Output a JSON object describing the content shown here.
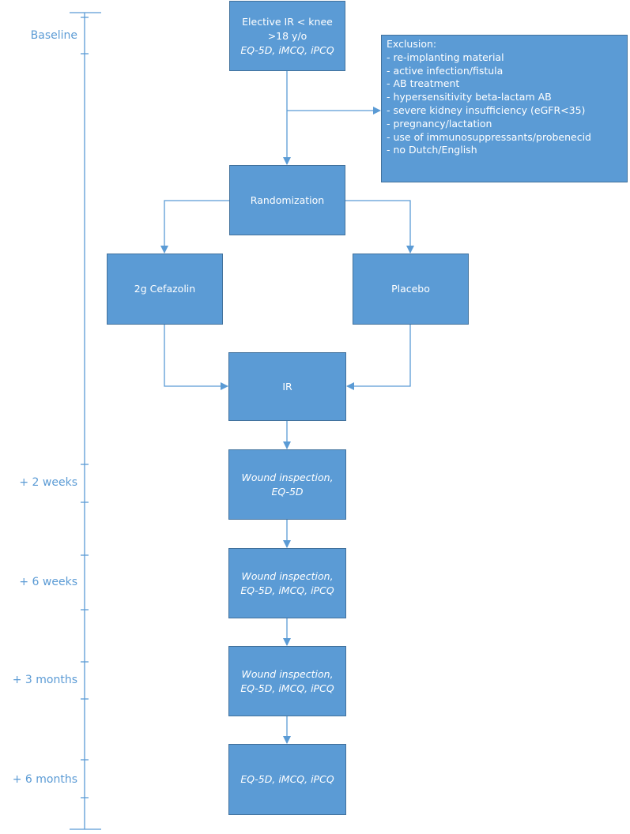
{
  "timeline": {
    "labels": [
      "Baseline",
      "+ 2 weeks",
      "+ 6 weeks",
      "+ 3 months",
      "+ 6 months"
    ]
  },
  "boxes": {
    "elective": {
      "line1": "Elective IR < knee",
      "line2": ">18 y/o",
      "line3": "EQ-5D, iMCQ, iPCQ"
    },
    "exclusion": {
      "title": "Exclusion:",
      "items": [
        "- re-implanting material",
        "- active infection/fistula",
        "- AB treatment",
        "- hypersensitivity beta-lactam AB",
        "- severe kidney insufficiency (eGFR<35)",
        "- pregnancy/lactation",
        "- use of immunosuppressants/probenecid",
        "- no Dutch/English"
      ]
    },
    "randomization": {
      "label": "Randomization"
    },
    "cefazolin": {
      "label": "2g Cefazolin"
    },
    "placebo": {
      "label": "Placebo"
    },
    "ir": {
      "label": "IR"
    },
    "week2": {
      "line1": "Wound inspection,",
      "line2": "EQ-5D"
    },
    "week6": {
      "line1": "Wound inspection,",
      "line2": "EQ-5D, iMCQ, iPCQ"
    },
    "month3": {
      "line1": "Wound inspection,",
      "line2": "EQ-5D, iMCQ, iPCQ"
    },
    "month6": {
      "line1": "EQ-5D, iMCQ, iPCQ"
    }
  },
  "colors": {
    "box_fill": "#5b9bd5",
    "box_border": "#41719c",
    "line": "#5b9bd5",
    "text_on_box": "#ffffff"
  }
}
